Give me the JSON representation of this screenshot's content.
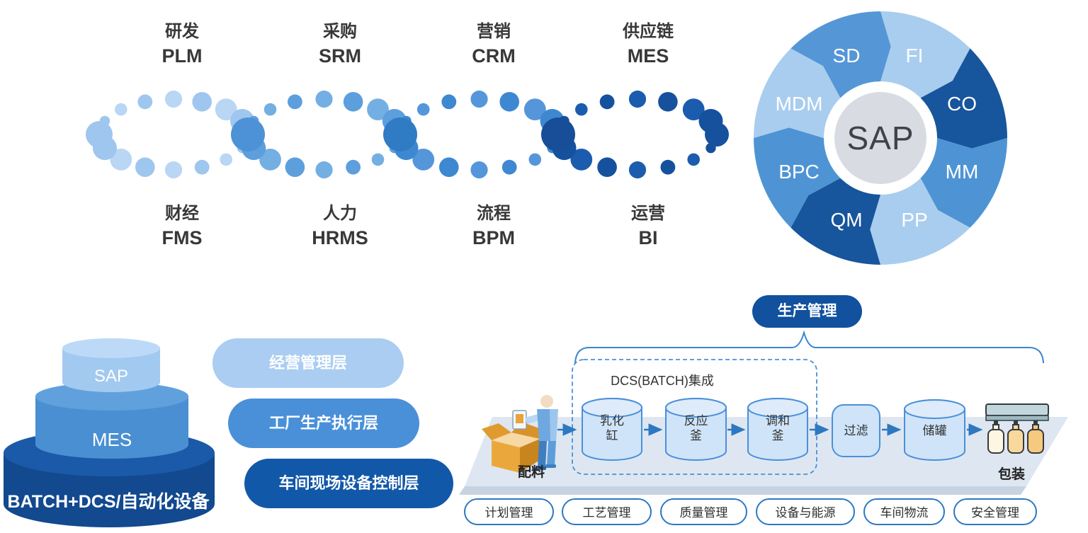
{
  "palette": {
    "accent": "#4A90D9",
    "accent_dark": "#11519E",
    "arrow": "#2E78C2",
    "flow_fill": "#CFE4F8",
    "flow_fill_top": "#DDEBFA",
    "platform_top": "#DEE7F1",
    "platform_front": "#C7D3E1",
    "wheel_center_bg": "#D8DCE2",
    "text_dark": "#333333"
  },
  "loops": {
    "groups": [
      {
        "top_cn": "研发",
        "top_en": "PLM",
        "bottom_cn": "财经",
        "bottom_en": "FMS",
        "dot_color": "#9FC6EE",
        "dot_alt": "#B9D6F4"
      },
      {
        "top_cn": "采购",
        "top_en": "SRM",
        "bottom_cn": "人力",
        "bottom_en": "HRMS",
        "dot_color": "#5D9FDD",
        "dot_alt": "#74AFE3"
      },
      {
        "top_cn": "营销",
        "top_en": "CRM",
        "bottom_cn": "流程",
        "bottom_en": "BPM",
        "dot_color": "#3E88D1",
        "dot_alt": "#5596DB"
      },
      {
        "top_cn": "供应链",
        "top_en": "MES",
        "bottom_cn": "运营",
        "bottom_en": "BI",
        "dot_color": "#16519E",
        "dot_alt": "#1B5CAE"
      }
    ],
    "junction_colors": [
      "#9FC6EE",
      "#4D92D6",
      "#2F7BC4",
      "#174E97",
      "#16519E"
    ]
  },
  "wheel": {
    "center_label": "SAP",
    "segments": [
      {
        "label": "FI",
        "color": "#A9CDEE"
      },
      {
        "label": "CO",
        "color": "#17559C"
      },
      {
        "label": "MM",
        "color": "#4E94D4"
      },
      {
        "label": "PP",
        "color": "#A9CDEE"
      },
      {
        "label": "QM",
        "color": "#17559C"
      },
      {
        "label": "BPC",
        "color": "#4E94D4"
      },
      {
        "label": "MDM",
        "color": "#A9CDEE"
      },
      {
        "label": "SD",
        "color": "#5596D6"
      }
    ]
  },
  "stack": {
    "levels": [
      {
        "label": "SAP",
        "body": "#A2C9F0",
        "top": "#BCD9F7"
      },
      {
        "label": "MES",
        "body": "#4A8FD2",
        "top": "#60A1DD"
      },
      {
        "label": "BATCH+DCS/自动化设备",
        "body": "#12498F",
        "top": "#1A5AA8"
      }
    ]
  },
  "layers": {
    "items": [
      {
        "label": "经营管理层",
        "color": "#AACDF1"
      },
      {
        "label": "工厂生产执行层",
        "color": "#4A90D9"
      },
      {
        "label": "车间现场设备控制层",
        "color": "#1258A8"
      }
    ]
  },
  "production": {
    "badge_label": "生产管理",
    "dcs_label": "DCS(BATCH)集成",
    "input_label": "配料",
    "tanks": [
      "乳化缸",
      "反应釜",
      "调和釜"
    ],
    "filter_label": "过滤",
    "storage_label": "储罐",
    "output_label": "包装"
  },
  "bottom_pills": [
    "计划管理",
    "工艺管理",
    "质量管理",
    "设备与能源",
    "车间物流",
    "安全管理"
  ]
}
